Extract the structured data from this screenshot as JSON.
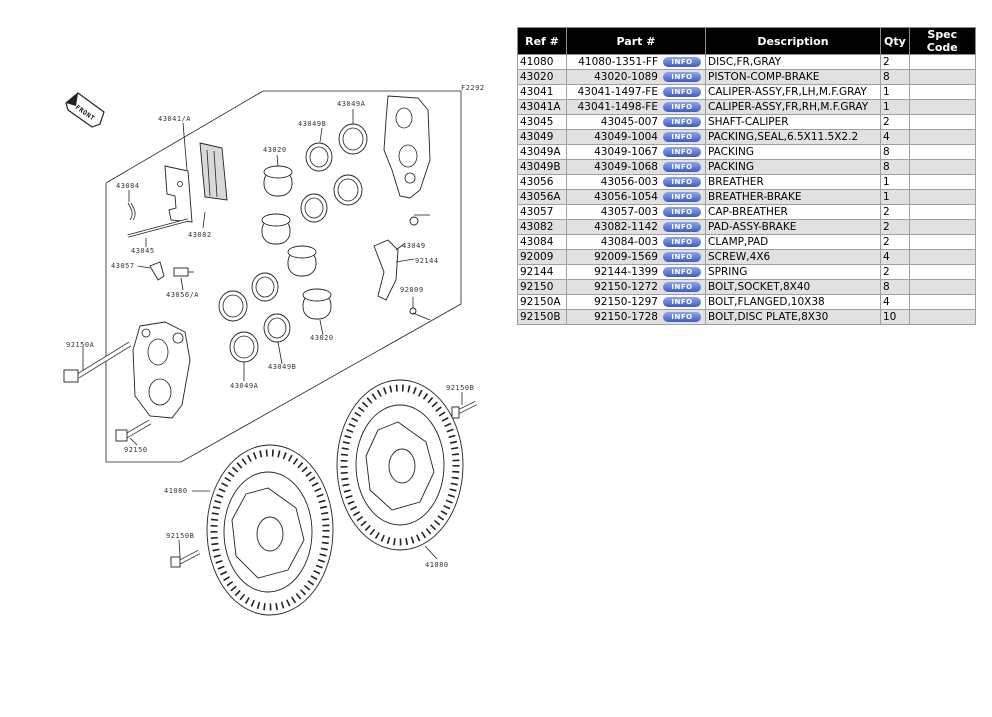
{
  "diagram": {
    "code": "F2292",
    "front_label": "FRONT",
    "callouts": {
      "r43041A": "43041/A",
      "r43049B_top": "43049B",
      "r43049A_top": "43049A",
      "r43020_top": "43020",
      "r43084": "43084",
      "r43082": "43082",
      "r43045": "43045",
      "r43057": "43057",
      "r43056A": "43056/A",
      "r43049_right": "43049",
      "r92144": "92144",
      "r92009": "92009",
      "r92150A": "92150A",
      "r43049B_bottom": "43049B",
      "r43020_bottom": "43020",
      "r43049A_bottom": "43049A",
      "r92150": "92150",
      "r92150B_right": "92150B",
      "r41080_left": "41080",
      "r92150B_left": "92150B",
      "r41080_right": "41080"
    }
  },
  "table": {
    "headers": [
      "Ref #",
      "Part #",
      "Description",
      "Qty",
      "Spec Code"
    ],
    "info_label": "INFO",
    "rows": [
      {
        "ref": "41080",
        "part": "41080-1351-FF",
        "desc": "DISC,FR,GRAY",
        "qty": "2",
        "spec": ""
      },
      {
        "ref": "43020",
        "part": "43020-1089",
        "desc": "PISTON-COMP-BRAKE",
        "qty": "8",
        "spec": ""
      },
      {
        "ref": "43041",
        "part": "43041-1497-FE",
        "desc": "CALIPER-ASSY,FR,LH,M.F.GRAY",
        "qty": "1",
        "spec": ""
      },
      {
        "ref": "43041A",
        "part": "43041-1498-FE",
        "desc": "CALIPER-ASSY,FR,RH,M.F.GRAY",
        "qty": "1",
        "spec": ""
      },
      {
        "ref": "43045",
        "part": "43045-007",
        "desc": "SHAFT-CALIPER",
        "qty": "2",
        "spec": ""
      },
      {
        "ref": "43049",
        "part": "43049-1004",
        "desc": "PACKING,SEAL,6.5X11.5X2.2",
        "qty": "4",
        "spec": ""
      },
      {
        "ref": "43049A",
        "part": "43049-1067",
        "desc": "PACKING",
        "qty": "8",
        "spec": ""
      },
      {
        "ref": "43049B",
        "part": "43049-1068",
        "desc": "PACKING",
        "qty": "8",
        "spec": ""
      },
      {
        "ref": "43056",
        "part": "43056-003",
        "desc": "BREATHER",
        "qty": "1",
        "spec": ""
      },
      {
        "ref": "43056A",
        "part": "43056-1054",
        "desc": "BREATHER-BRAKE",
        "qty": "1",
        "spec": ""
      },
      {
        "ref": "43057",
        "part": "43057-003",
        "desc": "CAP-BREATHER",
        "qty": "2",
        "spec": ""
      },
      {
        "ref": "43082",
        "part": "43082-1142",
        "desc": "PAD-ASSY-BRAKE",
        "qty": "2",
        "spec": ""
      },
      {
        "ref": "43084",
        "part": "43084-003",
        "desc": "CLAMP,PAD",
        "qty": "2",
        "spec": ""
      },
      {
        "ref": "92009",
        "part": "92009-1569",
        "desc": "SCREW,4X6",
        "qty": "4",
        "spec": ""
      },
      {
        "ref": "92144",
        "part": "92144-1399",
        "desc": "SPRING",
        "qty": "2",
        "spec": ""
      },
      {
        "ref": "92150",
        "part": "92150-1272",
        "desc": "BOLT,SOCKET,8X40",
        "qty": "8",
        "spec": ""
      },
      {
        "ref": "92150A",
        "part": "92150-1297",
        "desc": "BOLT,FLANGED,10X38",
        "qty": "4",
        "spec": ""
      },
      {
        "ref": "92150B",
        "part": "92150-1728",
        "desc": "BOLT,DISC PLATE,8X30",
        "qty": "10",
        "spec": ""
      }
    ]
  },
  "colors": {
    "header_bg": "#000000",
    "header_text": "#ffffff",
    "alt_row_bg": "#e1e1e1",
    "info_button": "#5a78d4"
  }
}
